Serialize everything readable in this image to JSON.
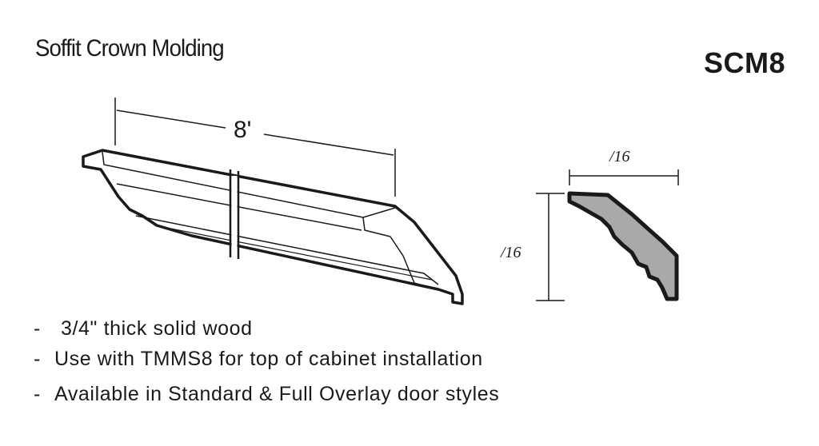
{
  "header": {
    "title": "Soffit Crown Molding",
    "code": "SCM8"
  },
  "drawing": {
    "length_label": "8'",
    "profile_width_label": "/16",
    "profile_height_label": "/16"
  },
  "features": [
    "3/4\" thick solid wood",
    "Use with TMMS8  for top of cabinet installation",
    "Available in Standard & Full Overlay door styles"
  ],
  "colors": {
    "line": "#1a1a1a",
    "profile_fill": "#a9a9a9"
  }
}
